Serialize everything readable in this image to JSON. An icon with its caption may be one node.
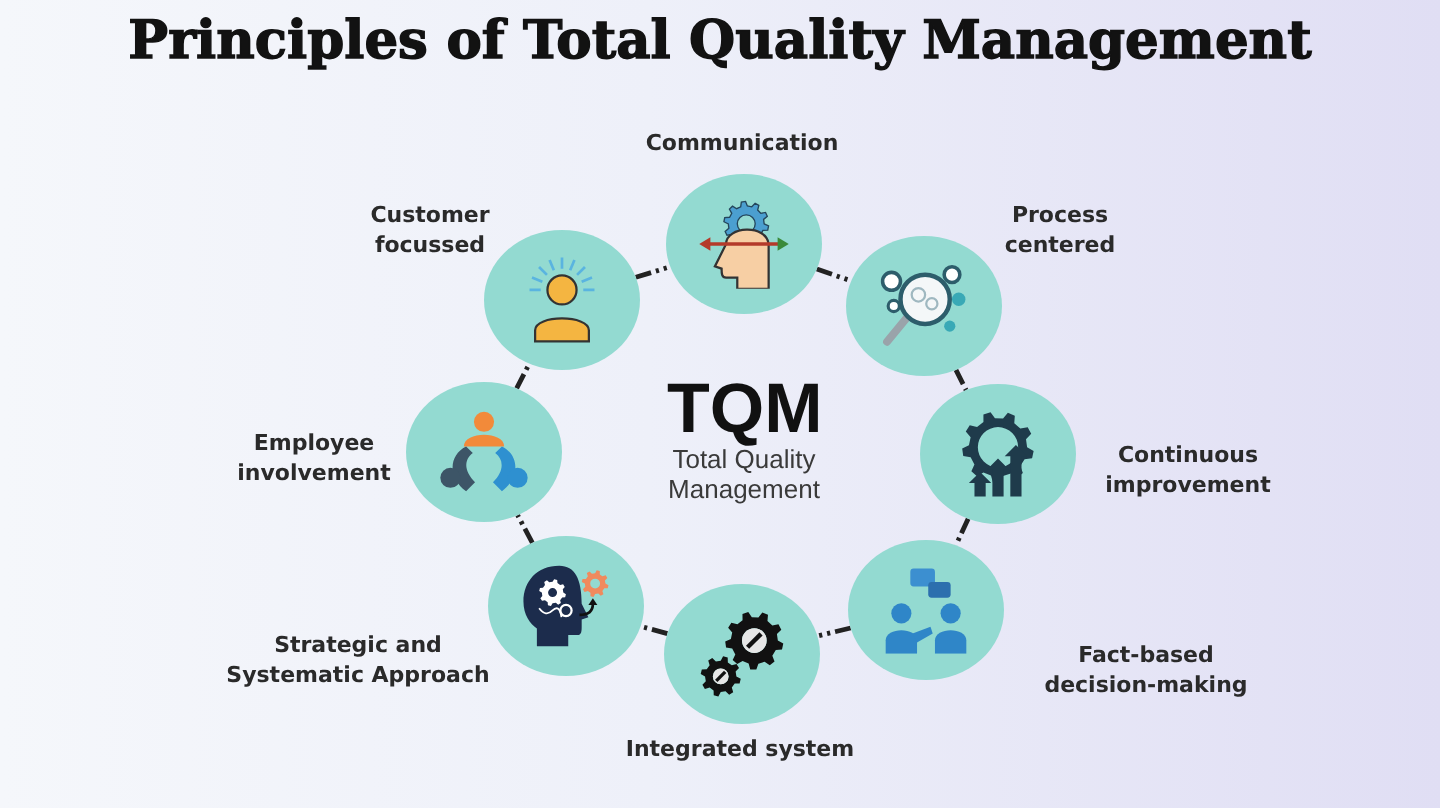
{
  "diagram": {
    "title": "Principles of Total Quality Management",
    "nodes": [
      {
        "text": [
          "Communication"
        ]
      },
      {
        "text": [
          "Process centered"
        ]
      },
      {
        "text": [
          "Continuous improvement"
        ]
      },
      {
        "text": [
          "Fact-based decision-making"
        ]
      },
      {
        "text": [
          "Integrated system"
        ]
      },
      {
        "text": [
          "Strategic and Systematic Approach"
        ]
      },
      {
        "text": [
          "Employee involvement"
        ]
      },
      {
        "text": [
          "Customer focussed"
        ]
      }
    ],
    "edges": [
      {
        "from": 0,
        "to": 1,
        "arrow": "none"
      },
      {
        "from": 1,
        "to": 2,
        "arrow": "none"
      },
      {
        "from": 2,
        "to": 3,
        "arrow": "none"
      },
      {
        "from": 3,
        "to": 4,
        "arrow": "none"
      },
      {
        "from": 4,
        "to": 5,
        "arrow": "none"
      },
      {
        "from": 5,
        "to": 6,
        "arrow": "none"
      },
      {
        "from": 6,
        "to": 7,
        "arrow": "none"
      },
      {
        "from": 7,
        "to": 0,
        "arrow": "none"
      }
    ],
    "labels": [
      "TQM",
      "Total Quality Management"
    ]
  }
}
